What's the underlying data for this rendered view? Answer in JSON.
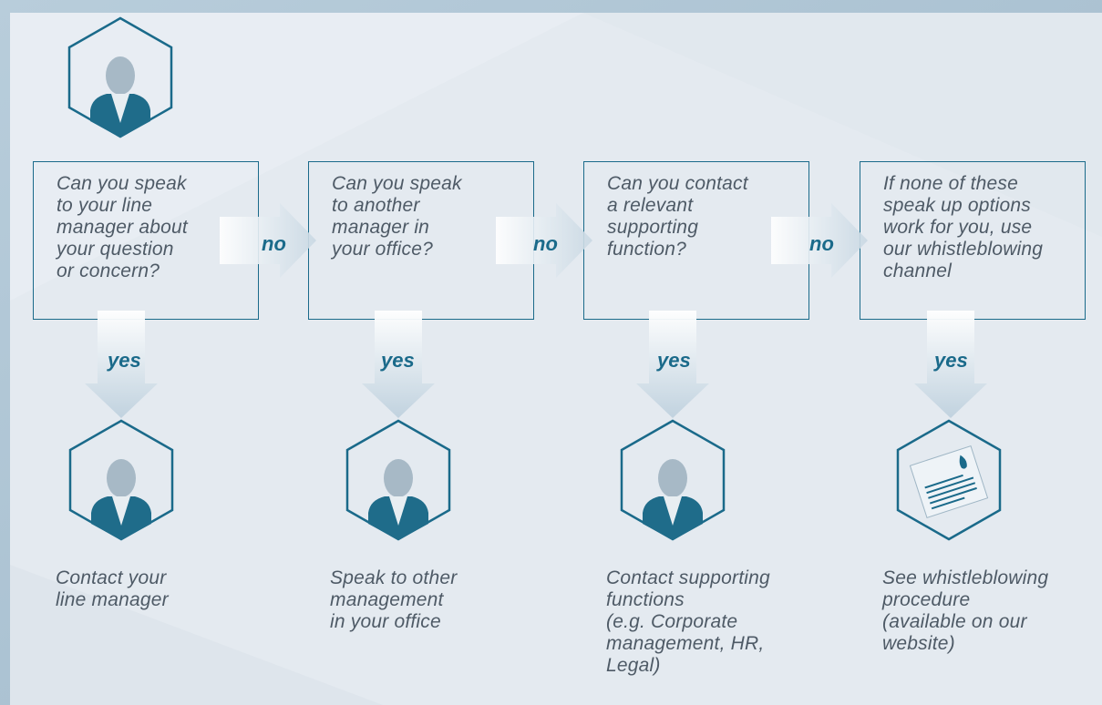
{
  "colors": {
    "accent": "#1a6a8a",
    "text": "#4e5a66",
    "background": "#e3e9ef",
    "frame": "#a9c0d0"
  },
  "icons": {
    "top": "person-icon",
    "outcomes": [
      "person-icon",
      "person-icon",
      "person-icon",
      "document-icon"
    ]
  },
  "questions": [
    [
      "Can you speak",
      "to your line",
      "manager about",
      "your question",
      "or concern?"
    ],
    [
      "Can you speak",
      "to another",
      "manager in",
      "your office?"
    ],
    [
      "Can you contact",
      "a relevant",
      "supporting",
      "function?"
    ],
    [
      "If none of these",
      "speak up options",
      "work for you, use",
      "our whistleblowing",
      "channel"
    ]
  ],
  "labels": {
    "no": "no",
    "yes": "yes"
  },
  "outcomes": [
    [
      "Contact your",
      "line manager"
    ],
    [
      "Speak to other",
      "management",
      "in your office"
    ],
    [
      "Contact supporting",
      "functions",
      "(e.g. Corporate",
      "management, HR,",
      "Legal)"
    ],
    [
      "See whistleblowing",
      "procedure",
      "(available on our",
      "website)"
    ]
  ]
}
